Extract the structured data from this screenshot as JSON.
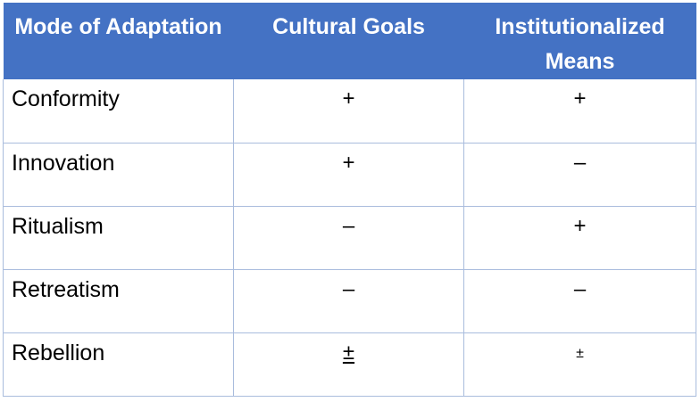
{
  "table": {
    "headers": [
      "Mode of Adaptation",
      "Cultural Goals",
      "Institutionalized Means"
    ],
    "rows": [
      {
        "mode": "Conformity",
        "goals": "+",
        "means": "+"
      },
      {
        "mode": "Innovation",
        "goals": "+",
        "means": "–"
      },
      {
        "mode": "Ritualism",
        "goals": "–",
        "means": "+"
      },
      {
        "mode": "Retreatism",
        "goals": "–",
        "means": "–"
      },
      {
        "mode": "Rebellion",
        "goals": "±",
        "means": "±"
      }
    ]
  },
  "colors": {
    "header_bg": "#4472c4",
    "header_text": "#ffffff",
    "grid_line": "#a9bcdd"
  }
}
